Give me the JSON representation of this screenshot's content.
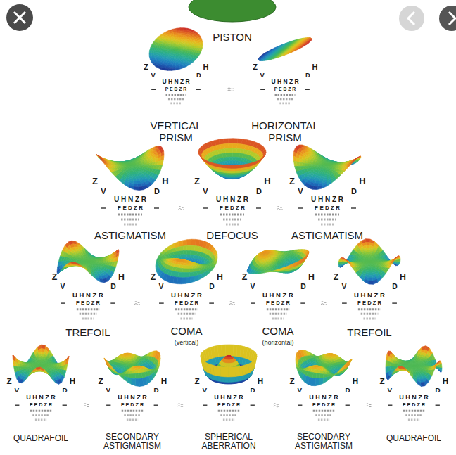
{
  "diagram": {
    "labels": [
      "PISTON",
      "Z",
      "H",
      "V",
      "D",
      "U H N Z R",
      "P E D Z R",
      "Z",
      "H",
      "V",
      "D",
      "U H N Z R",
      "P E D Z R",
      "VERTICAL PRISM",
      "HORIZONTAL PRISM",
      "Z",
      "H",
      "V",
      "D",
      "U H N Z R",
      "P E D Z R",
      "Z",
      "H",
      "V",
      "D",
      "U H N Z R",
      "P E D Z R",
      "Z",
      "H",
      "V",
      "D",
      "U H N Z R",
      "P E D Z R",
      "ASTIGMATISM",
      "DEFOCUS",
      "ASTIGMATISM",
      "Z",
      "H",
      "V",
      "D",
      "U H N Z R",
      "P E D Z R",
      "Z",
      "H",
      "V",
      "D",
      "U H N Z R",
      "P E D Z R",
      "Z",
      "H",
      "V",
      "D",
      "U H N Z R",
      "P E D Z R",
      "Z",
      "H",
      "V",
      "D",
      "U H N Z R",
      "P E D Z R",
      "TREFOIL",
      "COMA",
      "(vertical)",
      "COMA",
      "(horizontal)",
      "TREFOIL",
      "Z",
      "H",
      "V",
      "D",
      "U H N Z R",
      "P E D Z R",
      "Z",
      "H",
      "V",
      "D",
      "U H N Z R",
      "P E D Z R",
      "Z",
      "H",
      "V",
      "D",
      "U H N Z R",
      "P E D Z R",
      "Z",
      "H",
      "V",
      "D",
      "U H N Z R",
      "P E D Z R",
      "Z",
      "H",
      "V",
      "D",
      "U H N Z R",
      "P E D Z R",
      "QUADRAFOIL",
      "SECONDARY ASTIGMATISM",
      "SPHERICAL ABERRATION",
      "SECONDARY ASTIGMATISM",
      "QUADRAFOIL"
    ]
  }
}
